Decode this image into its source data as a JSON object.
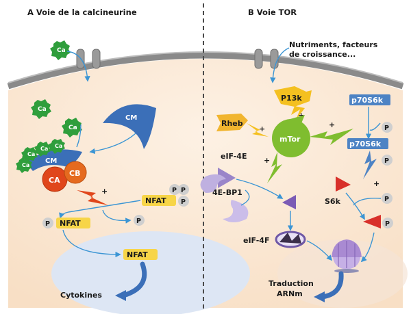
{
  "panels": {
    "left_title": "A  Voie de la calcineurine",
    "right_title": "B  Voie TOR"
  },
  "labels": {
    "ca": "Ca",
    "cm": "CM",
    "ca_subunit": "CA",
    "cb": "CB",
    "nfat": "NFAT",
    "p": "P",
    "cytokines": "Cytokines",
    "nutrients_line1": "Nutriments, facteurs",
    "nutrients_line2": "de croissance...",
    "pi3k": "P13k",
    "rheb": "Rheb",
    "mtor": "mTor",
    "eif4e": "eIF-4E",
    "bp1": "4E-BP1",
    "eif4f": "eIF-4F",
    "p70s6k": "p70S6k",
    "s6k": "S6k",
    "translation_line1": "Traduction",
    "translation_line2": "ARNm",
    "plus": "+"
  },
  "colors": {
    "cytoplasm": "#fbe9d7",
    "membrane": "#7f7f7f",
    "nucleus": "#dde6f4",
    "arrow": "#3b95d4",
    "calcium": "#2f9e3c",
    "calmodulin": "#3b6fb8",
    "calcineurin_a": "#e0461b",
    "calcineurin_b": "#e56a1f",
    "nfat": "#f7d548",
    "phosphate": "#cfcfcf",
    "mtor": "#7fbd2f",
    "rheb": "#f1b52f",
    "pi3k": "#f4c020",
    "p70s6k": "#4d83c4",
    "eif4e": "#9a85c9",
    "s6k": "#d8302a",
    "ribosome": "#a98ad2"
  }
}
